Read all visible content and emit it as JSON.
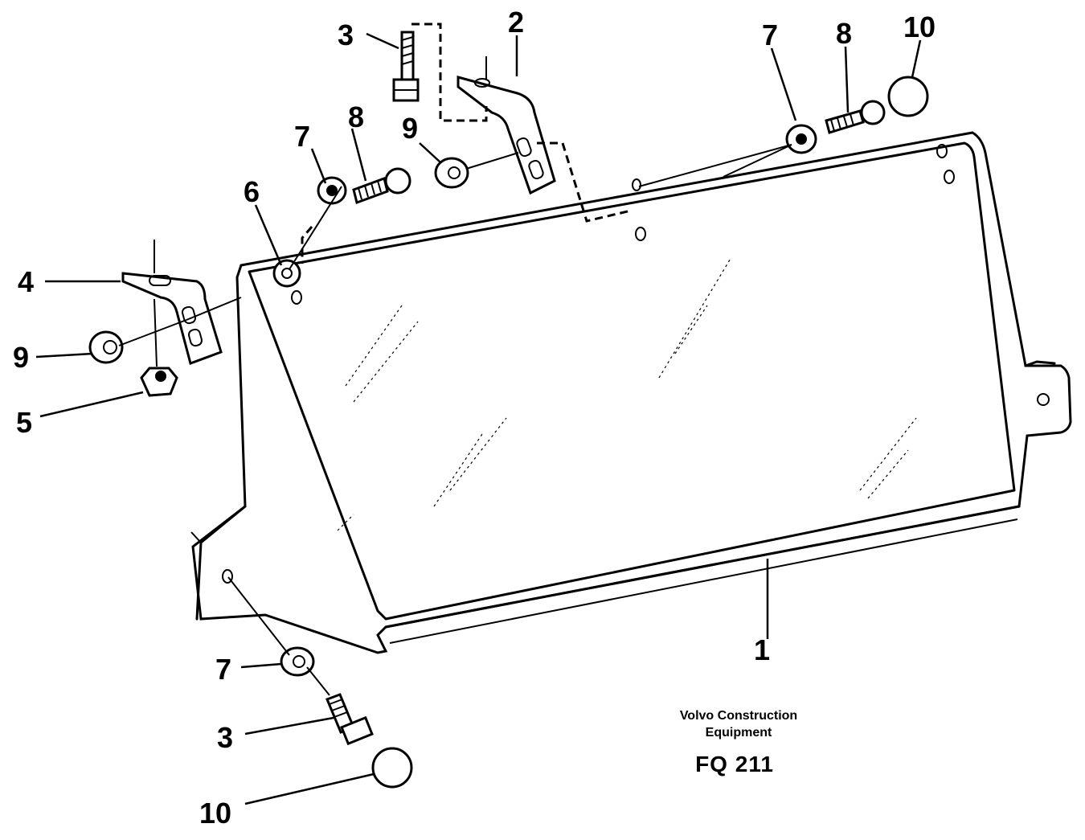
{
  "callouts": {
    "c1": "1",
    "c2": "2",
    "c3_top": "3",
    "c3_bottom": "3",
    "c4": "4",
    "c5": "5",
    "c6": "6",
    "c7_mid": "7",
    "c7_right": "7",
    "c7_bottom": "7",
    "c8_mid": "8",
    "c8_right": "8",
    "c9_mid": "9",
    "c9_left": "9",
    "c10_right": "10",
    "c10_bottom": "10"
  },
  "caption": {
    "line1": "Volvo Construction",
    "line2": "Equipment",
    "code": "FQ 211"
  }
}
